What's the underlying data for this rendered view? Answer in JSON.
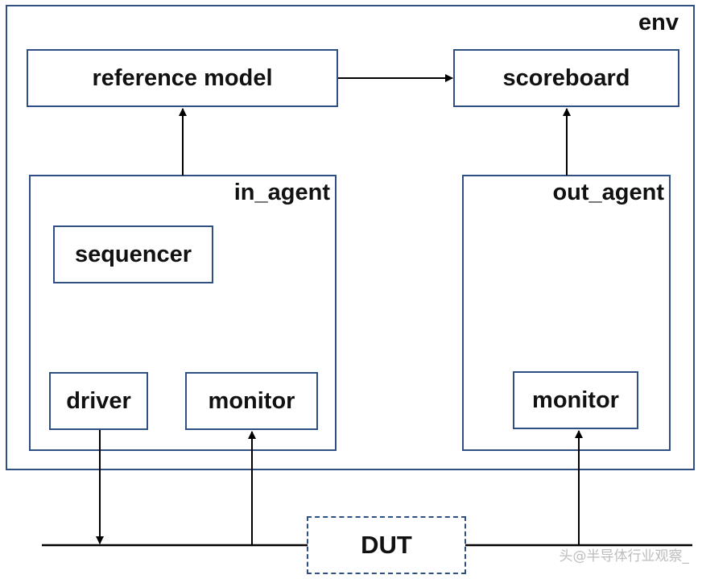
{
  "env": {
    "label": "env"
  },
  "reference_model": {
    "label": "reference model"
  },
  "scoreboard": {
    "label": "scoreboard"
  },
  "in_agent": {
    "label": "in_agent",
    "sequencer": {
      "label": "sequencer"
    },
    "driver": {
      "label": "driver"
    },
    "monitor": {
      "label": "monitor"
    }
  },
  "out_agent": {
    "label": "out_agent",
    "monitor": {
      "label": "monitor"
    }
  },
  "dut": {
    "label": "DUT"
  },
  "watermark": {
    "text": "头@半导体行业观察_"
  },
  "colors": {
    "box_border": "#2f5084",
    "line": "#000000",
    "text": "#111111"
  }
}
